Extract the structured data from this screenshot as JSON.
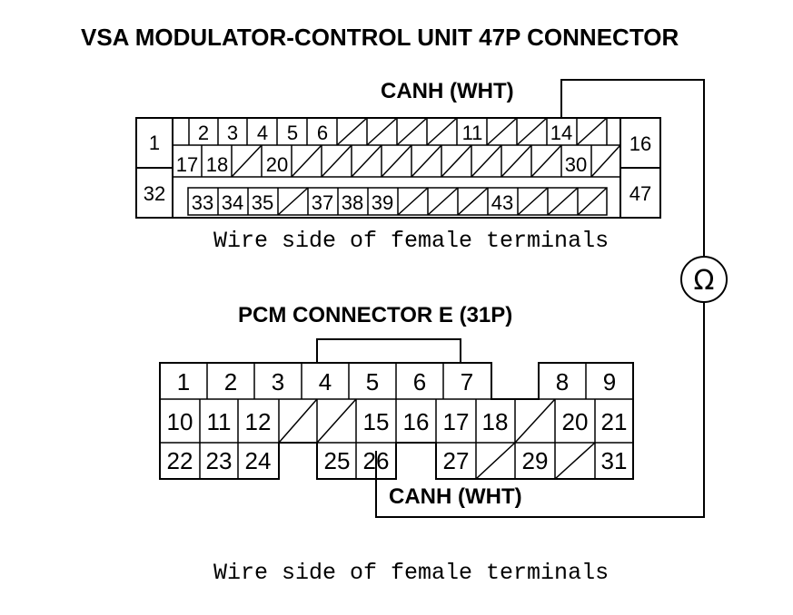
{
  "vsa": {
    "title": "VSA MODULATOR-CONTROL UNIT 47P CONNECTOR",
    "wire_label": "CANH (WHT)",
    "caption": "Wire side of female terminals",
    "terminals": [
      "1",
      "2",
      "3",
      "4",
      "5",
      "6",
      "11",
      "14",
      "16",
      "17",
      "18",
      "20",
      "30",
      "32",
      "33",
      "34",
      "35",
      "37",
      "38",
      "39",
      "43",
      "47"
    ]
  },
  "meter": {
    "symbol": "Ω"
  },
  "pcm": {
    "title": "PCM CONNECTOR E (31P)",
    "wire_label": "CANH (WHT)",
    "caption": "Wire side of female terminals",
    "terminals": [
      "1",
      "2",
      "3",
      "4",
      "5",
      "6",
      "7",
      "8",
      "9",
      "10",
      "11",
      "12",
      "15",
      "16",
      "17",
      "18",
      "20",
      "21",
      "22",
      "23",
      "24",
      "25",
      "26",
      "27",
      "29",
      "31"
    ]
  }
}
